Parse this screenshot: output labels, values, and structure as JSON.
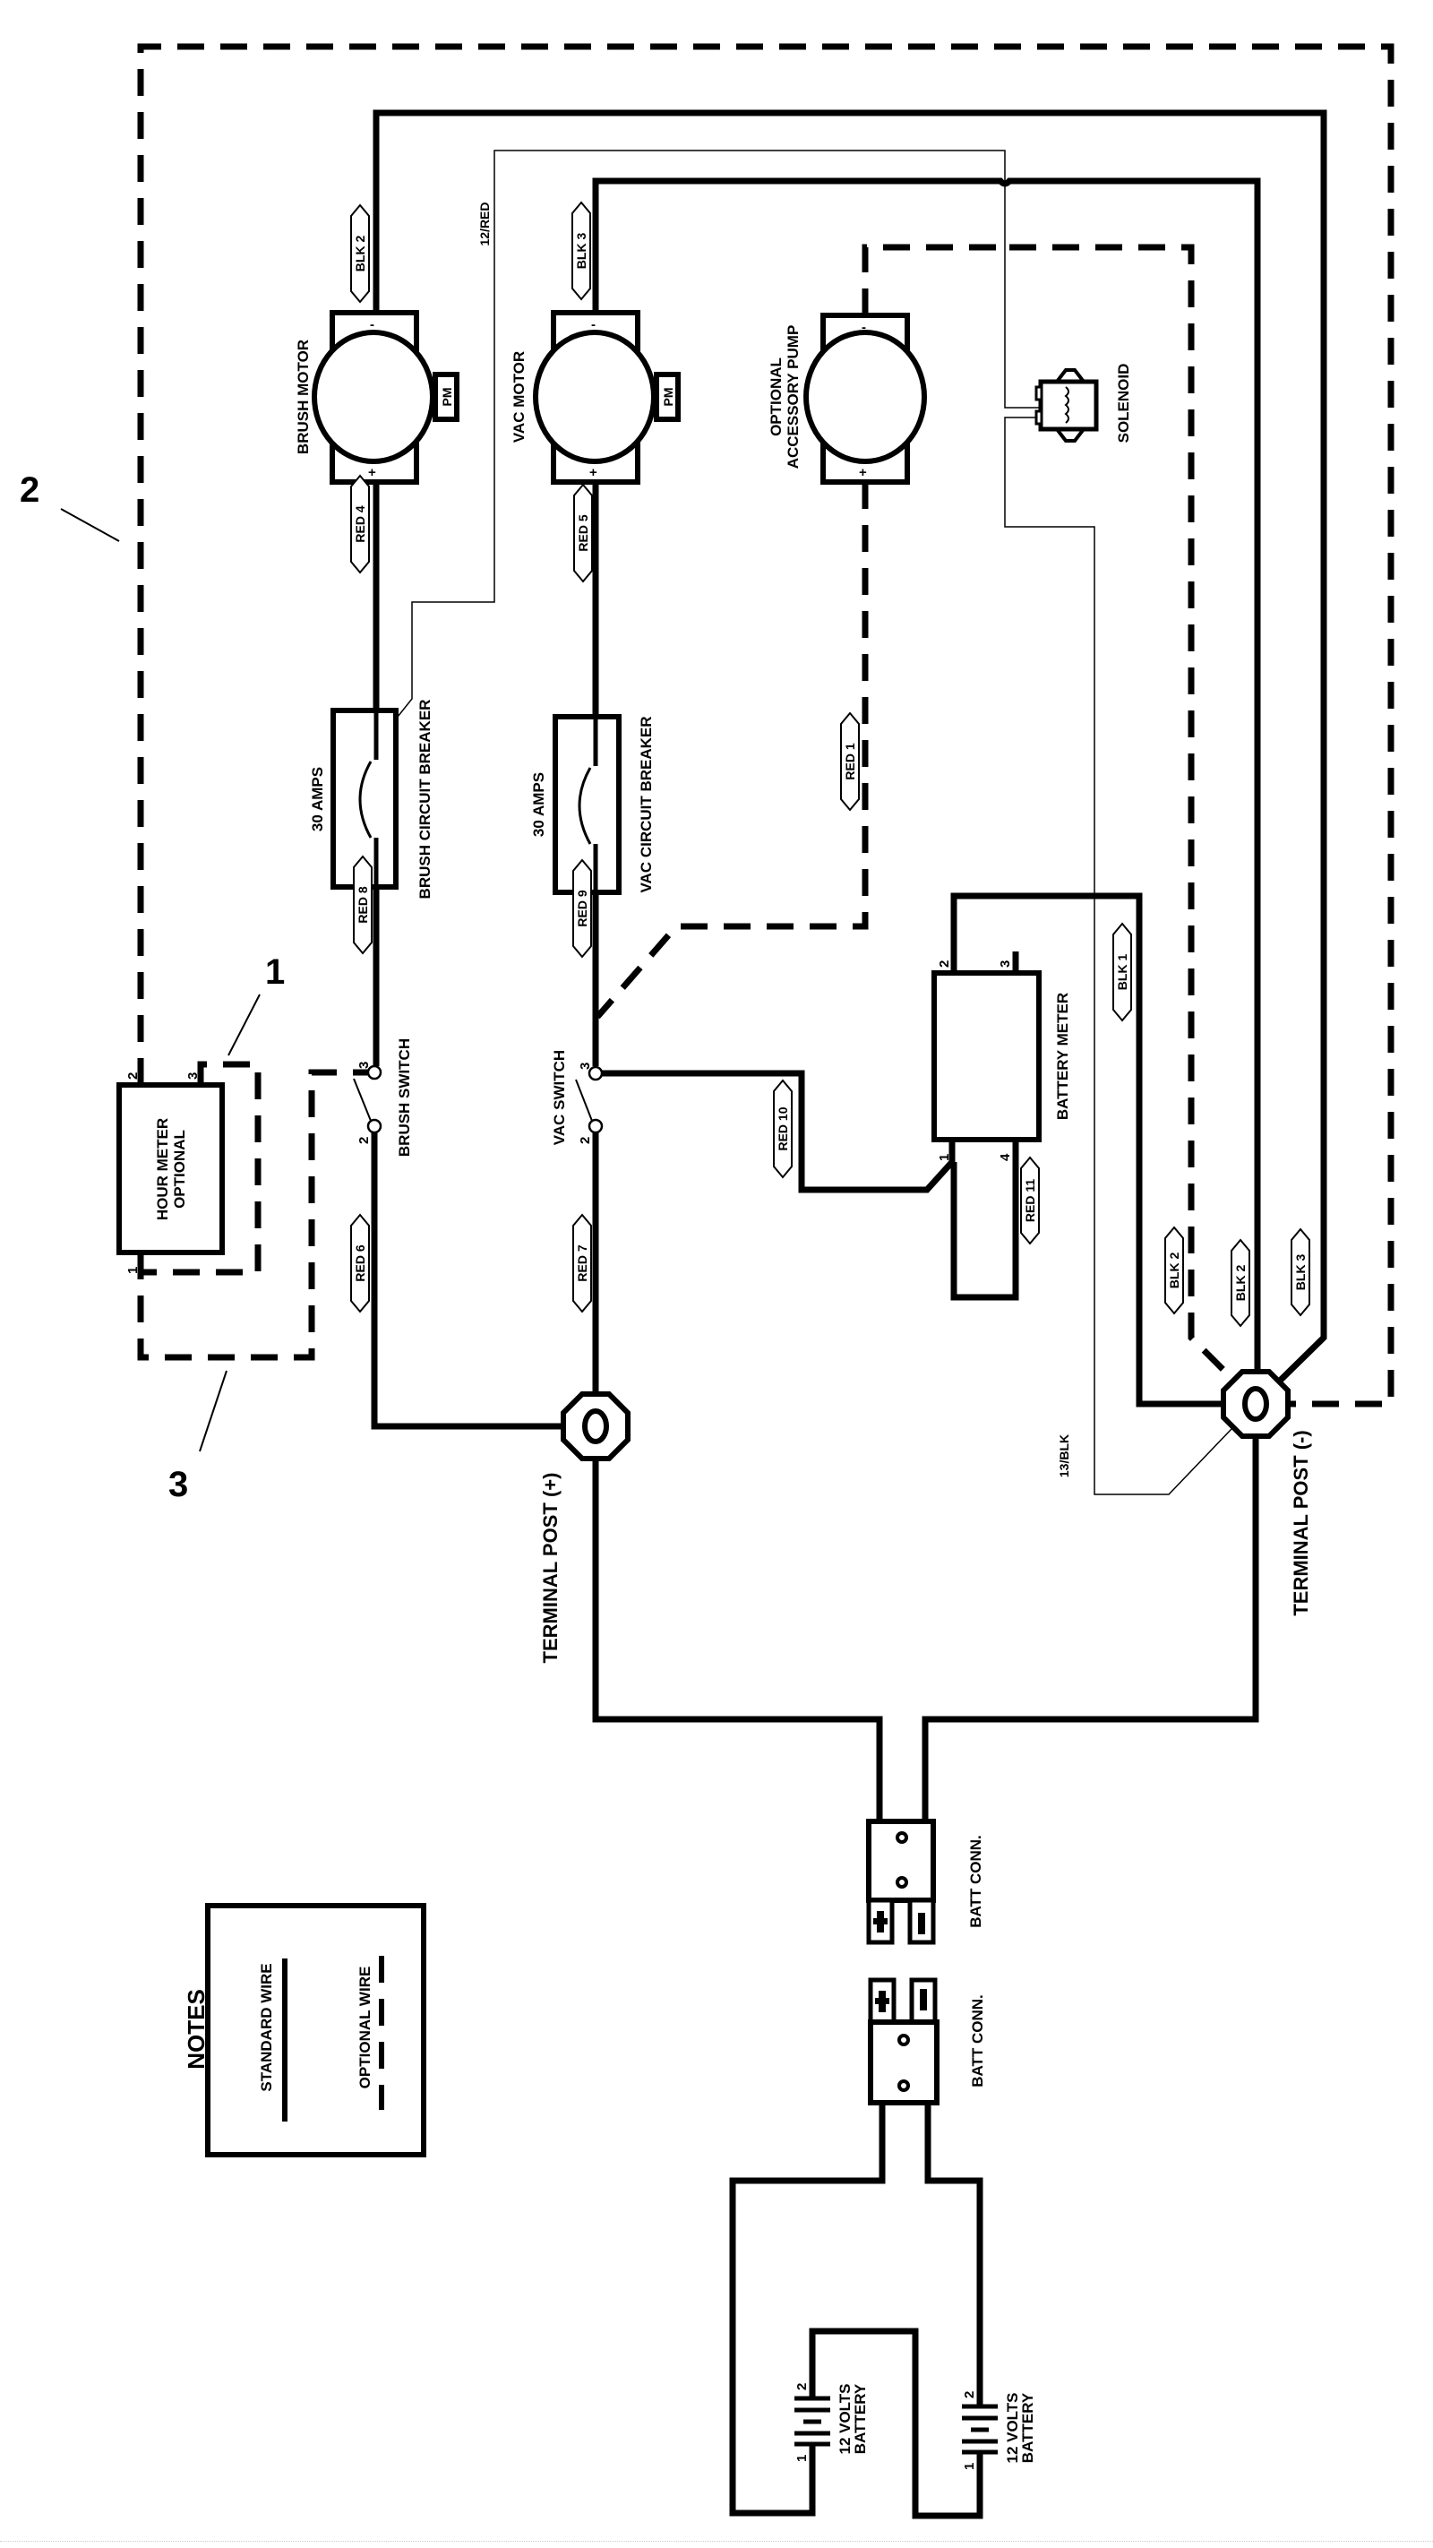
{
  "diagram": {
    "type": "wiring-schematic",
    "callouts": [
      "1",
      "2",
      "3"
    ],
    "components": {
      "brush_motor": {
        "label": "BRUSH MOTOR",
        "pm": "PM",
        "neg": "-",
        "pos": "+"
      },
      "vac_motor": {
        "label": "VAC MOTOR",
        "pm": "PM",
        "neg": "-",
        "pos": "+"
      },
      "pump": {
        "label_line1": "OPTIONAL",
        "label_line2": "ACCESSORY PUMP",
        "neg": "-",
        "pos": "+"
      },
      "solenoid": {
        "label": "SOLENOID"
      },
      "brush_breaker": {
        "label": "BRUSH CIRCUIT BREAKER",
        "rating": "30 AMPS"
      },
      "vac_breaker": {
        "label": "VAC CIRCUIT BREAKER",
        "rating": "30 AMPS"
      },
      "brush_switch": {
        "label": "BRUSH SWITCH",
        "pin_a": "3",
        "pin_b": "2"
      },
      "vac_switch": {
        "label": "VAC SWITCH",
        "pin_a": "3",
        "pin_b": "2"
      },
      "battery_meter": {
        "label": "BATTERY METER",
        "pins": [
          "1",
          "2",
          "3",
          "4"
        ]
      },
      "hour_meter": {
        "label_line1": "HOUR METER",
        "label_line2": "OPTIONAL",
        "pins": [
          "1",
          "2",
          "3"
        ]
      },
      "terminal_pos": {
        "label": "TERMINAL POST (+)"
      },
      "terminal_neg": {
        "label": "TERMINAL POST (-)"
      },
      "batt_conn_top": {
        "label": "BATT CONN."
      },
      "batt_conn_bottom": {
        "label": "BATT CONN."
      },
      "battery_1": {
        "label_line1": "12 VOLTS",
        "label_line2": "BATTERY",
        "pin_neg": "1",
        "pin_pos": "2"
      },
      "battery_2": {
        "label_line1": "12 VOLTS",
        "label_line2": "BATTERY",
        "pin_neg": "1",
        "pin_pos": "2"
      }
    },
    "wire_tags": {
      "blk2_top": "BLK 2",
      "blk3_top": "BLK 3",
      "red_12": "12/RED",
      "red4": "RED 4",
      "red5": "RED 5",
      "red1": "RED 1",
      "red8": "RED 8",
      "red9": "RED 9",
      "blk1": "BLK 1",
      "red10": "RED 10",
      "red11": "RED 11",
      "red6": "RED 6",
      "red7": "RED 7",
      "blk2_opt": "BLK 2",
      "blk2_std": "BLK 2",
      "blk3_bot": "BLK 3",
      "blk_13": "13/BLK"
    },
    "notes": {
      "title": "NOTES",
      "standard": "STANDARD WIRE",
      "optional": "OPTIONAL WIRE"
    }
  }
}
